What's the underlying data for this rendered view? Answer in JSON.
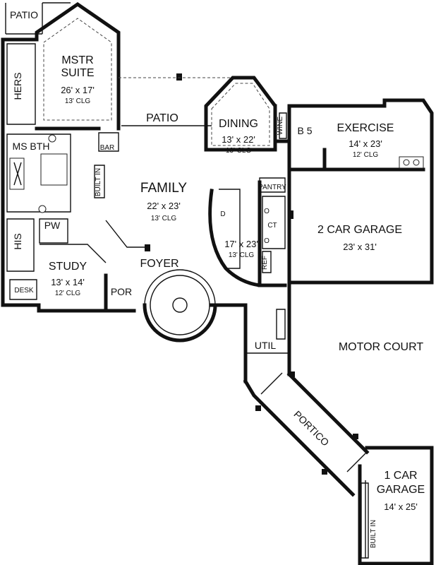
{
  "rooms": {
    "patio_top": {
      "name": "PATIO"
    },
    "master_suite": {
      "name_line1": "MSTR",
      "name_line2": "SUITE",
      "size": "26' x 17'",
      "ceiling": "13' CLG"
    },
    "hers": {
      "name": "HERS"
    },
    "ms_bath": {
      "name": "MS BTH"
    },
    "his": {
      "name": "HIS"
    },
    "pw": {
      "name": "PW"
    },
    "desk": {
      "name": "DESK"
    },
    "study": {
      "name": "STUDY",
      "size": "13' x 14'",
      "ceiling": "12' CLG"
    },
    "bar": {
      "name": "BAR"
    },
    "built_in_family": {
      "name": "BUILT IN"
    },
    "patio_mid": {
      "name": "PATIO"
    },
    "family": {
      "name": "FAMILY",
      "size": "22' x 23'",
      "ceiling": "13' CLG"
    },
    "foyer": {
      "name": "FOYER"
    },
    "por": {
      "name": "POR"
    },
    "dining": {
      "name": "DINING",
      "size": "13' x 22'",
      "ceiling": "13' CLG"
    },
    "wine": {
      "name": "WINE"
    },
    "bath5": {
      "name": "B 5"
    },
    "exercise": {
      "name": "EXERCISE",
      "size": "14' x 23'",
      "ceiling": "12' CLG"
    },
    "pantry": {
      "name": "PANTRY"
    },
    "kitchen": {
      "size": "17' x 23'",
      "ceiling": "13' CLG",
      "island_label": "CT",
      "range_label": "D",
      "oven_labels": [
        "O",
        "O"
      ],
      "ref_label": "REF"
    },
    "garage2": {
      "name": "2 CAR GARAGE",
      "size": "23' x 31'"
    },
    "util": {
      "name": "UTIL"
    },
    "motor_court": {
      "name": "MOTOR COURT"
    },
    "portico": {
      "name": "PORTICO"
    },
    "garage1": {
      "name_line1": "1 CAR",
      "name_line2": "GARAGE",
      "size": "14' x 25'"
    },
    "built_in_garage": {
      "name": "BUILT IN"
    }
  }
}
